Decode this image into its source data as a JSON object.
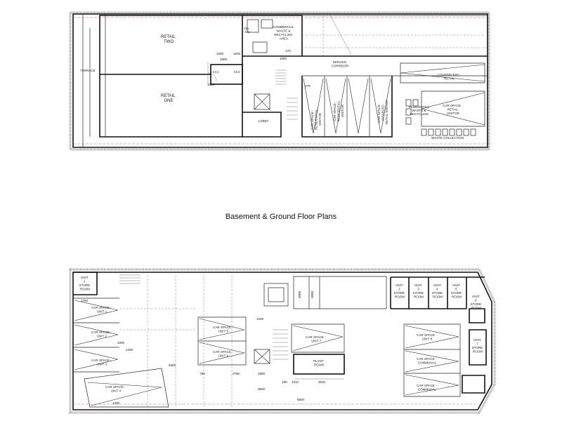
{
  "title": "Basement & Ground Floor Plans",
  "ground": {
    "retail_two": [
      "RETAIL",
      "TWO"
    ],
    "retail_one": [
      "RETAIL",
      "ONE"
    ],
    "terrace": "TERRACE",
    "commercial_waste": [
      "COMMERCIAL",
      "WASTE &",
      "RECYCLING",
      "AREA"
    ],
    "da_ac": [
      "D/L",
      "A/C"
    ],
    "service_corridor": [
      "SERVICE",
      "CORRIDOR"
    ],
    "loading_bay": [
      "LOADING BAY -",
      "RETAIL"
    ],
    "car_res_1": [
      "CAR SPACE -",
      "RESIDENTIAL",
      "VISITOR"
    ],
    "car_res_2": [
      "CAR SPACE -",
      "RESIDENTIAL",
      "VISITOR"
    ],
    "car_disabled": [
      "CAR SPACE -",
      "DISABLED",
      "RETAIL VISITOR"
    ],
    "car_retail": [
      "CAR SPACE -",
      "RETAIL",
      "VISITOR"
    ],
    "res_waste": [
      "RESIDENTIAL",
      "WASTE &",
      "RECYCLING"
    ],
    "lobby": "LOBBY",
    "cc1": "CC1",
    "cc2": "CC2",
    "waste_collection": "WASTE COLLECTION",
    "dims": [
      "1200",
      "1800",
      "1800",
      "1200",
      "270",
      "270",
      "1000"
    ]
  },
  "basement": {
    "unit1_store": [
      "UNIT",
      "1",
      "STORE",
      "ROOM"
    ],
    "car_units": [
      [
        "CAR SPACE -",
        "UNIT 1"
      ],
      [
        "CAR SPACE -",
        "UNIT 2"
      ],
      [
        "CAR SPACE -",
        "UNIT 3"
      ],
      [
        "CAR SPACE -",
        "UNIT 4"
      ],
      [
        "CAR SPACE -",
        "UNIT 5"
      ],
      [
        "CAR SPACE -",
        "UNIT 6"
      ],
      [
        "CAR SPACE -",
        "UNIT 7"
      ],
      [
        "CAR SPACE -",
        "UNIT 8"
      ]
    ],
    "store_rooms": [
      [
        "UNIT",
        "2",
        "STORE",
        "ROOM"
      ],
      [
        "UNIT",
        "3",
        "STORE",
        "ROOM"
      ],
      [
        "UNIT",
        "4",
        "STORE",
        "ROOM"
      ],
      [
        "UNIT",
        "5",
        "STORE",
        "ROOM"
      ],
      [
        "UNIT",
        "6",
        "STORE",
        "ROOM"
      ],
      [
        "UNIT",
        "7",
        "STORE",
        "ROOM"
      ]
    ],
    "plant_room": [
      "PLANT",
      "ROOM"
    ],
    "car_communal_1": [
      "CAR SPACE -",
      "COMMUNAL"
    ],
    "car_communal_2": [
      "CAR SPACE -",
      "COMMUNAL"
    ],
    "dims": [
      "1750",
      "5300",
      "1000",
      "1200",
      "750",
      "3750",
      "1800",
      "3000",
      "3000",
      "190",
      "1210",
      "3610",
      "5500",
      "3000",
      "1200",
      "1200"
    ]
  }
}
